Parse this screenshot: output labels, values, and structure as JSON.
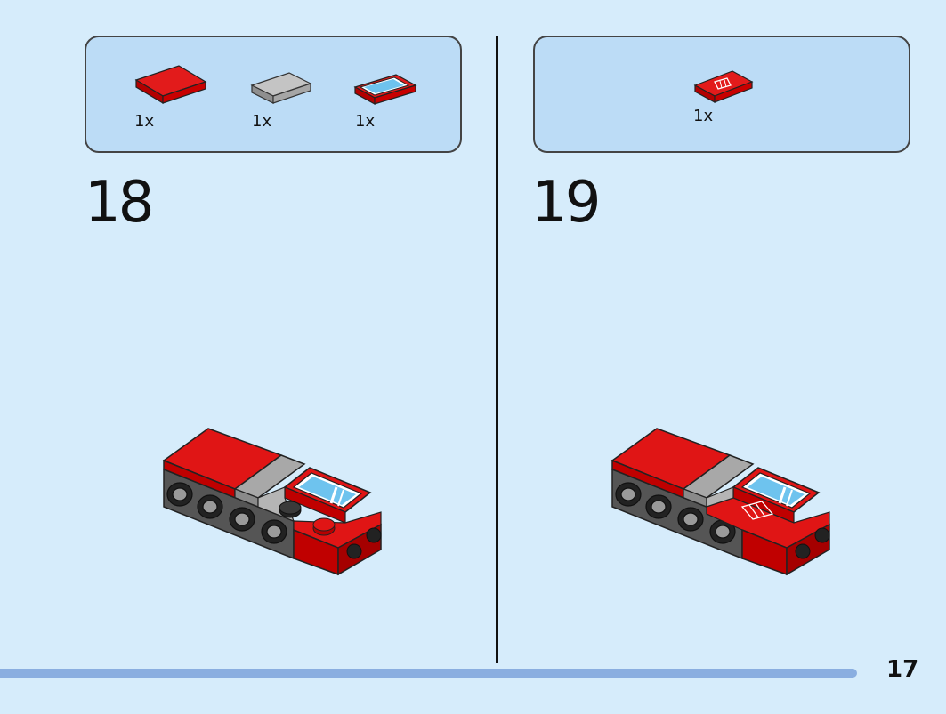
{
  "steps": [
    {
      "number": "18",
      "parts": [
        {
          "icon": "red-2x2-tile-icon",
          "qty": "1x"
        },
        {
          "icon": "gray-1x2-tile-icon",
          "qty": "1x"
        },
        {
          "icon": "windshield-printed-tile-icon",
          "qty": "1x"
        }
      ]
    },
    {
      "number": "19",
      "parts": [
        {
          "icon": "red-printed-tile-icon",
          "qty": "1x"
        }
      ]
    }
  ],
  "colors": {
    "background": "#d6ecfb",
    "parts_box": "#bcdcf6",
    "brick_red": "#d40000",
    "brick_gray": "#a6a6a6",
    "progress": "#8aaee0"
  },
  "page": {
    "number": "17"
  }
}
